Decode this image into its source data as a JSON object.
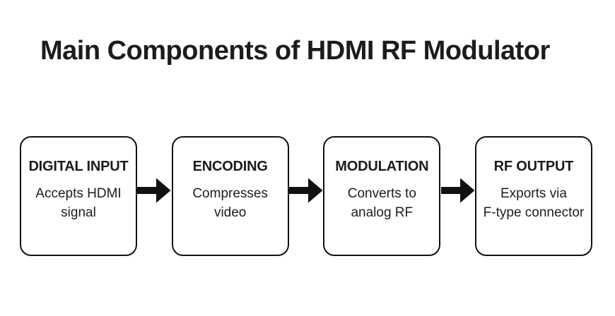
{
  "title": "Main Components of HDMI RF Modulator",
  "flow": {
    "steps": [
      {
        "title": "DIGITAL INPUT",
        "description": "Accepts HDMI signal",
        "desc_line1": "Accepts HDMI",
        "desc_line2": "signal"
      },
      {
        "title": "ENCODING",
        "description": "Compresses video",
        "desc_line1": "Compresses",
        "desc_line2": "video"
      },
      {
        "title": "MODULATION",
        "description": "Converts to analog RF",
        "desc_line1": "Converts to",
        "desc_line2": "analog RF"
      },
      {
        "title": "RF OUTPUT",
        "description": "Exports via F-type connector",
        "desc_line1": "Exports via",
        "desc_line2": "F-type connector"
      }
    ],
    "connector_icon": "arrow-right"
  },
  "colors": {
    "text": "#1c1c1c",
    "box_border": "#111111",
    "arrow": "#111111",
    "background": "#ffffff"
  }
}
